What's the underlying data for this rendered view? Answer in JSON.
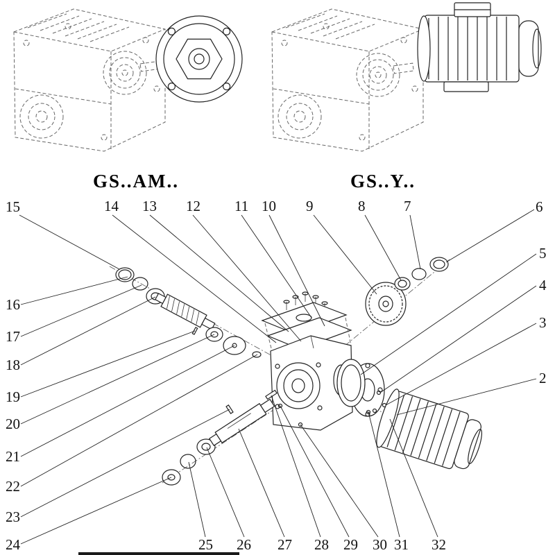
{
  "models": {
    "am": "GS..AM..",
    "y": "GS..Y.."
  },
  "callouts": {
    "2": "2",
    "3": "3",
    "4": "4",
    "5": "5",
    "6": "6",
    "7": "7",
    "8": "8",
    "9": "9",
    "10": "10",
    "11": "11",
    "12": "12",
    "13": "13",
    "14": "14",
    "15": "15",
    "16": "16",
    "17": "17",
    "18": "18",
    "19": "19",
    "20": "20",
    "21": "21",
    "22": "22",
    "23": "23",
    "24": "24",
    "25": "25",
    "26": "26",
    "27": "27",
    "28": "28",
    "29": "29",
    "30": "30",
    "31": "31",
    "32": "32"
  }
}
